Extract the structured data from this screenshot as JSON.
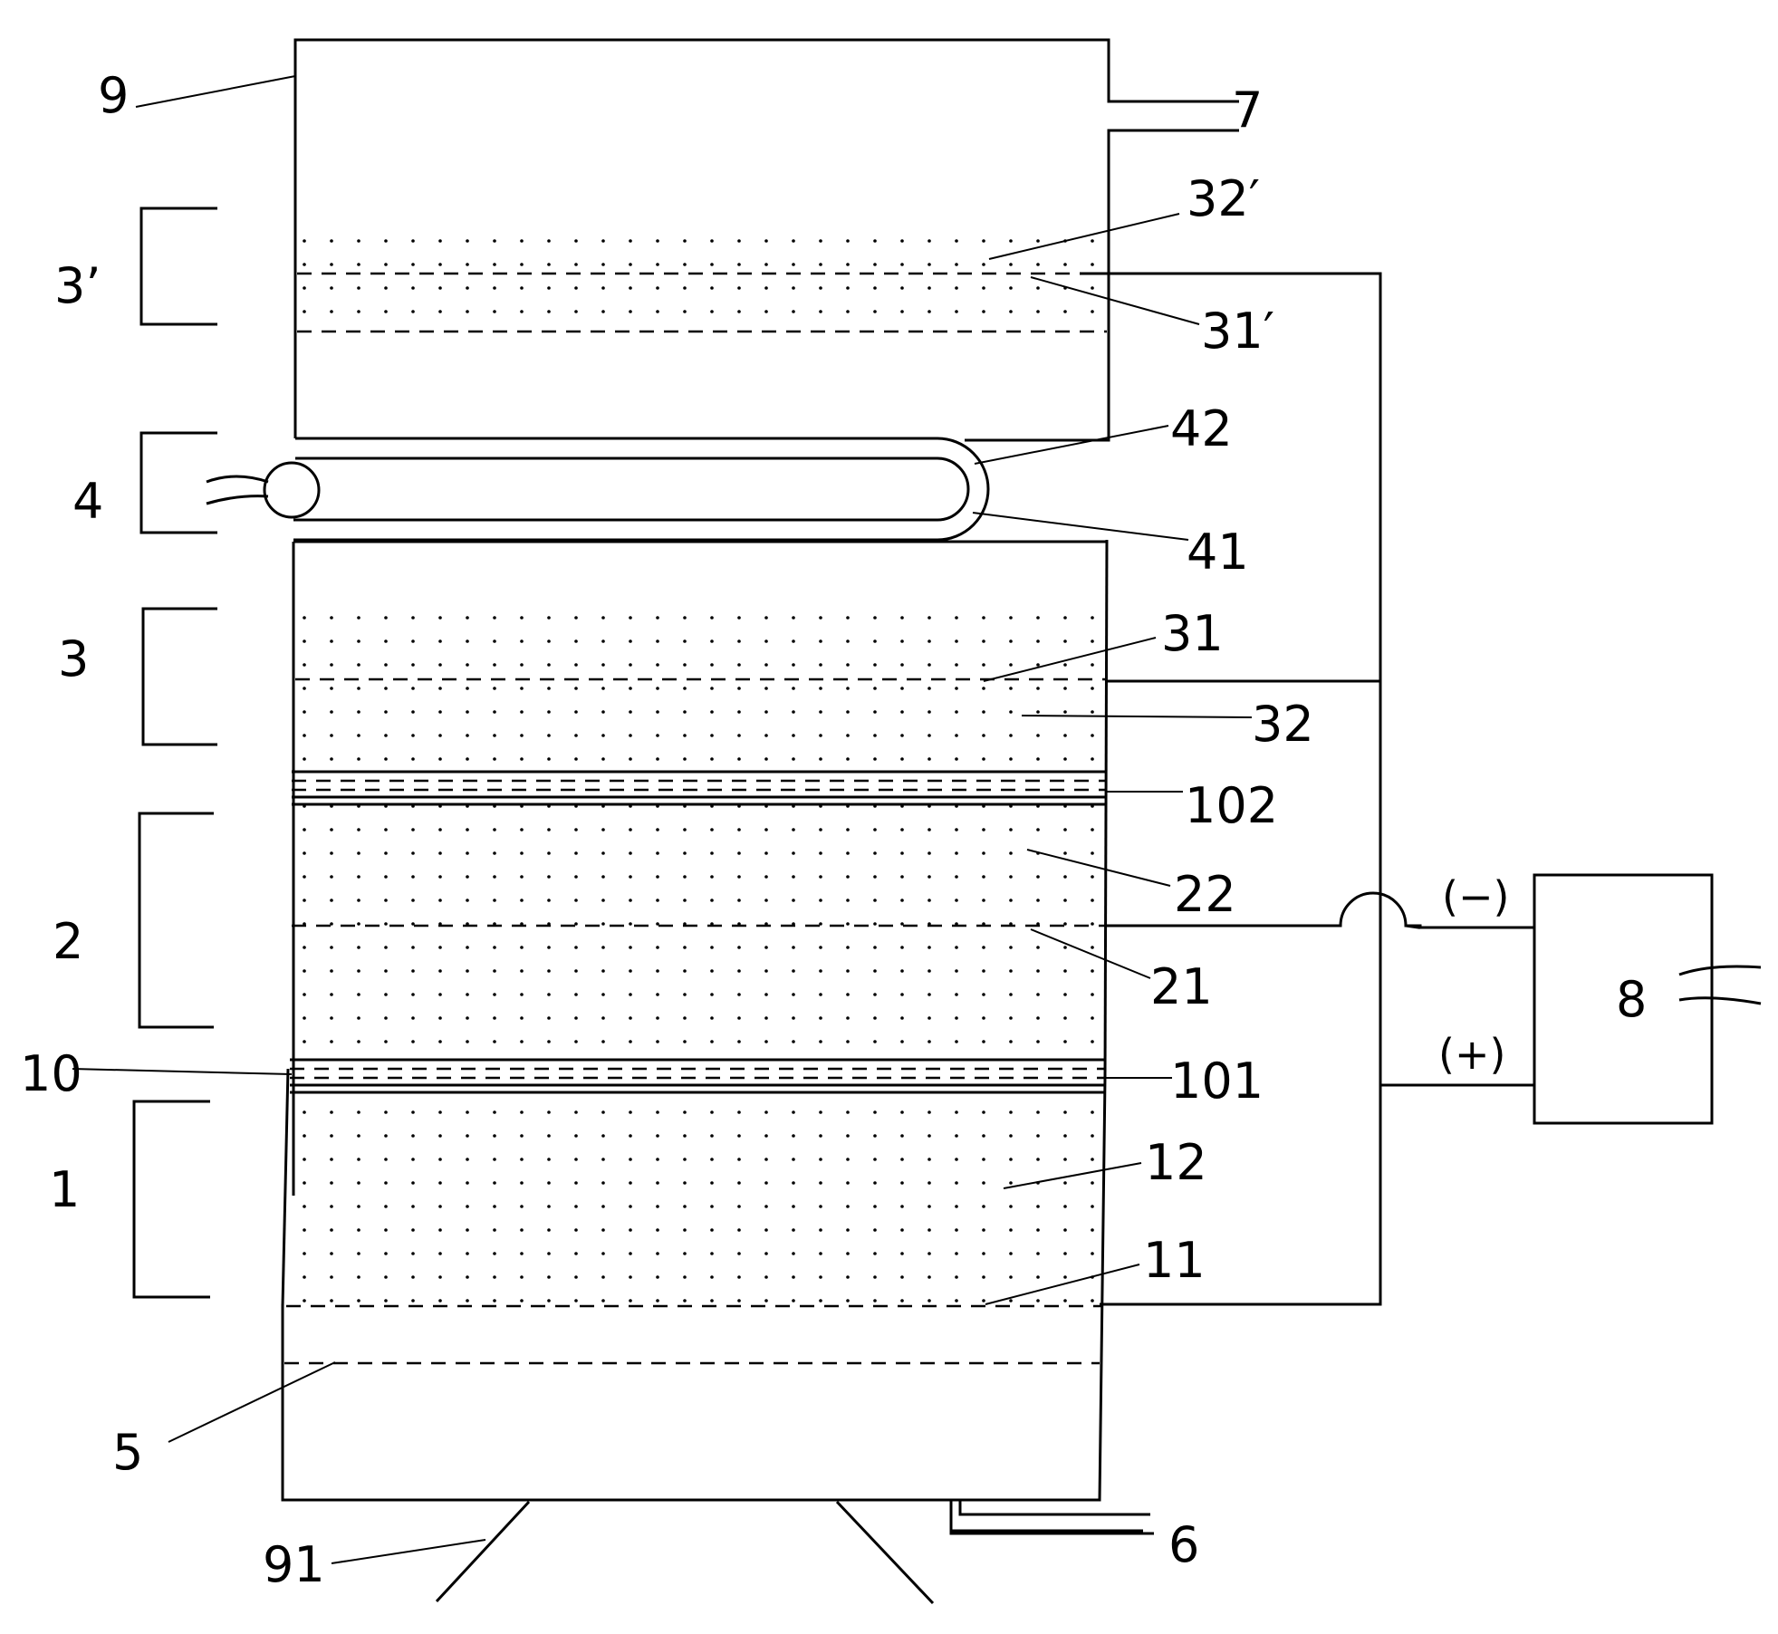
{
  "labels": {
    "n9": "9",
    "n7": "7",
    "n32p": "32′",
    "n3p": "3’",
    "n31p": "31′",
    "n42": "42",
    "n4": "4",
    "n41": "41",
    "n3": "3",
    "n31": "31",
    "n32": "32",
    "n102": "102",
    "n2": "2",
    "n22": "22",
    "minus": "(−)",
    "n21": "21",
    "n8": "8",
    "n10": "10",
    "n101": "101",
    "plus": "(+)",
    "n1": "1",
    "n12": "12",
    "n11": "11",
    "n5": "5",
    "n91": "91",
    "n6": "6"
  }
}
